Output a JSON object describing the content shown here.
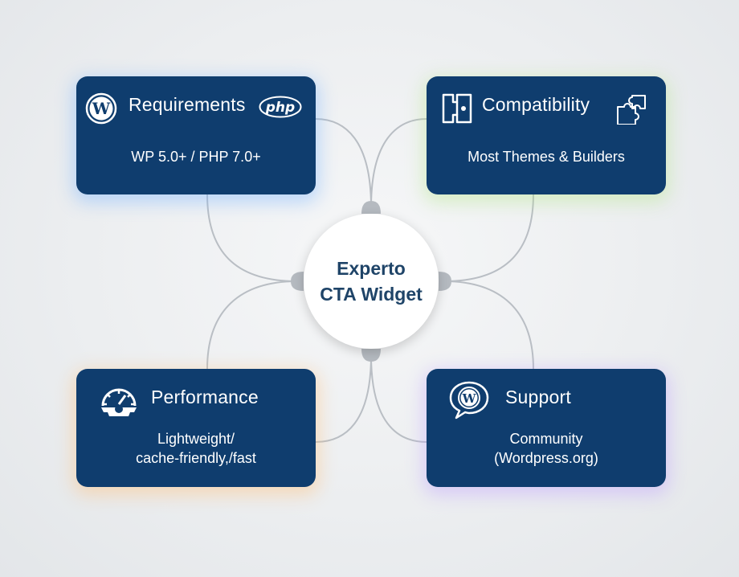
{
  "center": {
    "line1": "Experto",
    "line2": "CTA Widget"
  },
  "cards": {
    "requirements": {
      "title": "Requirements",
      "desc_lines": [
        "WP 5.0+ / PHP 7.0+"
      ],
      "badge": "php",
      "icon": "wordpress-icon"
    },
    "compatibility": {
      "title": "Compatibility",
      "desc_lines": [
        "Most Themes & Builders"
      ],
      "icon": "builder-icon",
      "icon2": "puzzle-icon"
    },
    "performance": {
      "title": "Performance",
      "desc_lines": [
        "Lightweight/",
        "cache-friendly,/fast"
      ],
      "icon": "speedometer-gear-icon"
    },
    "support": {
      "title": "Support",
      "desc_lines": [
        "Community",
        "(Wordpress.org)"
      ],
      "icon": "wordpress-chat-icon"
    }
  },
  "colors": {
    "card": "#0f3d6e",
    "hub_text": "#1f4468",
    "connector": "#b5bac0"
  }
}
